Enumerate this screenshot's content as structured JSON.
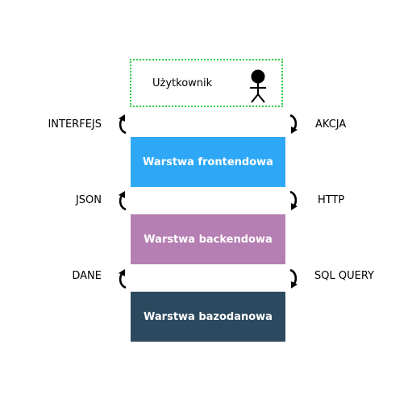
{
  "user": {
    "label": "Użytkownik",
    "icon": "person-icon",
    "border_color": "#2ecc40"
  },
  "layers": [
    {
      "label": "Warstwa frontendowa",
      "color": "#2ea8f6"
    },
    {
      "label": "Warstwa backendowa",
      "color": "#b57fb3"
    },
    {
      "label": "Warstwa bazodanowa",
      "color": "#2c4a5f"
    }
  ],
  "connections": [
    {
      "left": "INTERFEJS",
      "right": "AKCJA"
    },
    {
      "left": "JSON",
      "right": "HTTP"
    },
    {
      "left": "DANE",
      "right": "SQL QUERY"
    }
  ]
}
